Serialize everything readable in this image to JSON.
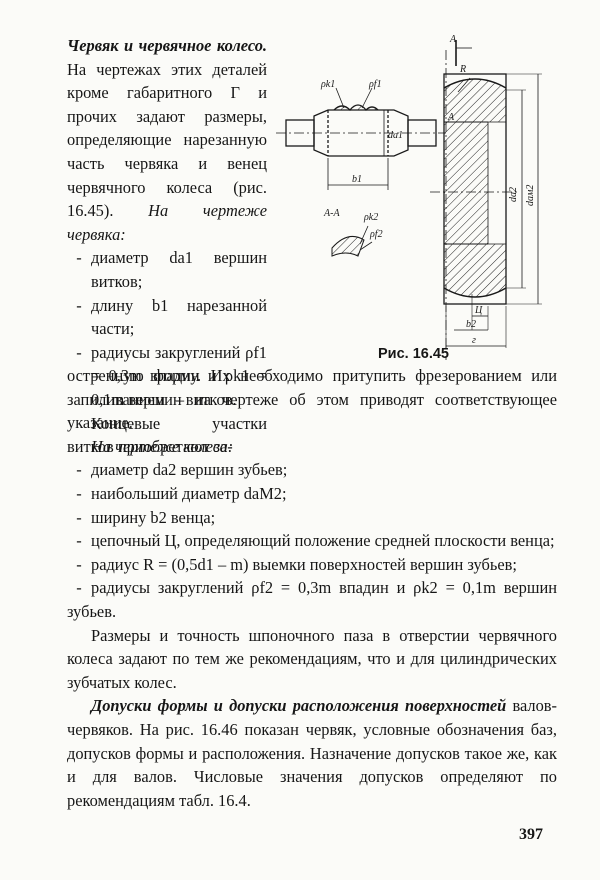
{
  "page_number": "397",
  "figure": {
    "caption": "Рис. 16.45",
    "labels": {
      "pk1": "ρk1",
      "pf1": "ρf1",
      "da1": "da1",
      "b1": "b1",
      "section": "A-A",
      "pk2": "ρk2",
      "pf2": "ρf2",
      "A_top": "A",
      "R": "R",
      "A_mid": "A",
      "da2": "da2",
      "daM2": "daм2",
      "C": "Ц",
      "b2": "b2",
      "r": "г"
    }
  },
  "worm_section": {
    "heading": "Червяк и червячное колесо.",
    "intro": "На чертежах этих деталей кроме габаритного Г и прочих задают размеры, определяющие нарезанную часть червяка и венец червячного колеса (рис. 16.45).",
    "worm_lead": "На чертеже червяка:",
    "worm_items": [
      "диаметр da1 вершин витков;",
      "длину b1 нарезанной части;",
      "радиусы закруглений ρf1 = 0,3m впадин и ρk1 = 0,1m вершин витков."
    ],
    "ends_part1": "Концевые участки витков приобретают за-",
    "ends_part2": "остренную форму. Их необходимо притупить фрезерованием или запиливанием – на чертеже об этом приводят соответствующее указание."
  },
  "wheel_section": {
    "lead": "На чертеже колеса:",
    "items": [
      "диаметр da2 вершин зубьев;",
      "наибольший диаметр daM2;",
      "ширину b2 венца;",
      "цепочный Ц, определяющий положение средней плоскости венца;",
      "радиус R = (0,5d1 – m) выемки поверхностей вершин зубьев;",
      "радиусы закруглений ρf2 = 0,3m впадин и ρk2 = 0,1m вершин зубьев."
    ],
    "keyway": "Размеры и точность шпоночного паза в отверстии червячного колеса задают по тем же рекомендациям, что и для цилиндрических зубчатых колес."
  },
  "tolerances_section": {
    "heading": "Допуски формы и допуски расположения поверхностей",
    "body": "валов-червяков. На рис. 16.46 показан червяк, условные обозначения баз, допусков формы и расположения. Назначение допусков такое же, как и для валов. Числовые значения допусков определяют по рекомендациям табл. 16.4."
  }
}
